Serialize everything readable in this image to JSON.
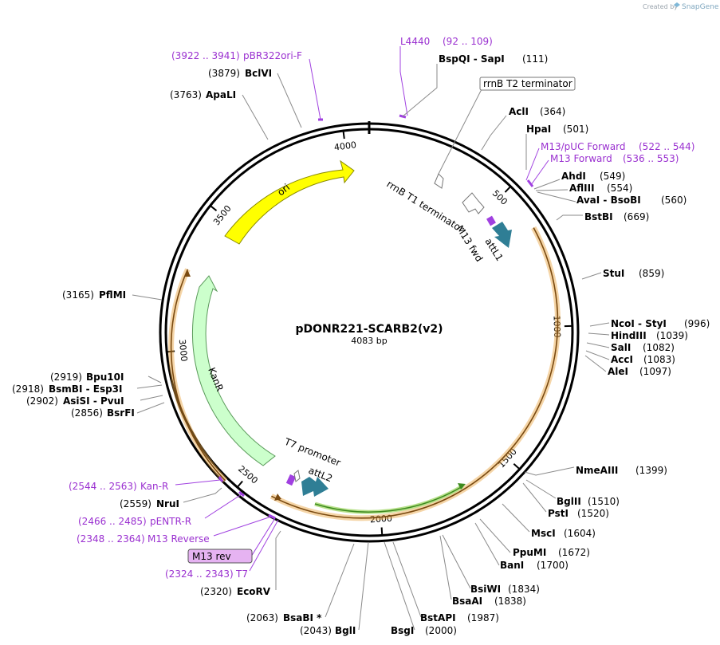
{
  "header": {
    "credit": "Created by",
    "brand": "SnapGene"
  },
  "plasmid": {
    "name": "pDONR221-SCARB2(v2)",
    "size_label": "4083 bp",
    "length": 4083
  },
  "ticks": [
    {
      "pos": 500,
      "label": "500"
    },
    {
      "pos": 1000,
      "label": "1000"
    },
    {
      "pos": 1500,
      "label": "1500"
    },
    {
      "pos": 2000,
      "label": "2000"
    },
    {
      "pos": 2500,
      "label": "2500"
    },
    {
      "pos": 3000,
      "label": "3000"
    },
    {
      "pos": 3500,
      "label": "3500"
    },
    {
      "pos": 4000,
      "label": "4000"
    }
  ],
  "sites": [
    {
      "name": "BspQI  - SapI",
      "pos": "(111)",
      "bp": 111
    },
    {
      "name": "AclI",
      "pos": "(364)",
      "bp": 364
    },
    {
      "name": "HpaI",
      "pos": "(501)",
      "bp": 501
    },
    {
      "name": "AhdI",
      "pos": "(549)",
      "bp": 549
    },
    {
      "name": "AflIII",
      "pos": "(554)",
      "bp": 554
    },
    {
      "name": "AvaI  - BsoBI",
      "pos": "(560)",
      "bp": 560
    },
    {
      "name": "BstBI",
      "pos": "(669)",
      "bp": 669
    },
    {
      "name": "StuI",
      "pos": "(859)",
      "bp": 859
    },
    {
      "name": "NcoI  - StyI",
      "pos": "(996)",
      "bp": 996
    },
    {
      "name": "HindIII",
      "pos": "(1039)",
      "bp": 1039
    },
    {
      "name": "SalI",
      "pos": "(1082)",
      "bp": 1082
    },
    {
      "name": "AccI",
      "pos": "(1083)",
      "bp": 1083
    },
    {
      "name": "AleI",
      "pos": "(1097)",
      "bp": 1097
    },
    {
      "name": "NmeAIII",
      "pos": "(1399)",
      "bp": 1399
    },
    {
      "name": "BglII",
      "pos": "(1510)",
      "bp": 1510
    },
    {
      "name": "PstI",
      "pos": "(1520)",
      "bp": 1520
    },
    {
      "name": "MscI",
      "pos": "(1604)",
      "bp": 1604
    },
    {
      "name": "PpuMI",
      "pos": "(1672)",
      "bp": 1672
    },
    {
      "name": "BanI",
      "pos": "(1700)",
      "bp": 1700
    },
    {
      "name": "BsiWI",
      "pos": "(1834)",
      "bp": 1834
    },
    {
      "name": "BsaAI",
      "pos": "(1838)",
      "bp": 1838
    },
    {
      "name": "BstAPI",
      "pos": "(1987)",
      "bp": 1987
    },
    {
      "name": "BsgI",
      "pos": "(2000)",
      "bp": 2000
    },
    {
      "name": "BglI",
      "pos": "(2043)",
      "bp": 2043
    },
    {
      "name": "BsaBI *",
      "pos": "(2063)",
      "bp": 2063
    },
    {
      "name": "EcoRV",
      "pos": "(2320)",
      "bp": 2320
    },
    {
      "name": "NruI",
      "pos": "(2559)",
      "bp": 2559
    },
    {
      "name": "BsrFI",
      "pos": "(2856)",
      "bp": 2856
    },
    {
      "name": "AsiSI  - PvuI",
      "pos": "(2902)",
      "bp": 2902
    },
    {
      "name": "BsmBI  - Esp3I",
      "pos": "(2918)",
      "bp": 2918
    },
    {
      "name": "Bpu10I",
      "pos": "(2919)",
      "bp": 2919
    },
    {
      "name": "PflMI",
      "pos": "(3165)",
      "bp": 3165
    },
    {
      "name": "ApaLI",
      "pos": "(3763)",
      "bp": 3763
    },
    {
      "name": "BclVI",
      "pos": "(3879)",
      "bp": 3879
    }
  ],
  "primers": [
    {
      "name": "L4440",
      "range": "(92 .. 109)",
      "bp": 100
    },
    {
      "name": "M13/pUC Forward",
      "range": "(522 .. 544)",
      "bp": 533
    },
    {
      "name": "M13 Forward",
      "range": "(536 .. 553)",
      "bp": 545
    },
    {
      "name": "Kan-R",
      "range": "(2544 .. 2563)",
      "bp": 2553
    },
    {
      "name": "pENTR-R",
      "range": "(2466 .. 2485)",
      "bp": 2475
    },
    {
      "name": "M13 Reverse",
      "range": "(2348 .. 2364)",
      "bp": 2356
    },
    {
      "name": "T7",
      "range": "(2324 .. 2343)",
      "bp": 2333
    },
    {
      "name": "pBR322ori-F",
      "range": "(3922 .. 3941)",
      "bp": 3931
    }
  ],
  "features": {
    "rrnB_T2": "rrnB T2 terminator",
    "rrnB_T1": "rrnB T1 terminator",
    "M13_fwd": "M13 fwd",
    "attL1": "attL1",
    "ori": "ori",
    "KanR": "KanR",
    "T7_promoter": "T7 promoter",
    "attL2": "attL2",
    "M13_rev": "M13 rev"
  },
  "colors": {
    "ori": "#ffff00",
    "KanR": "#ccffcc",
    "attL": "#2f7e95",
    "orf": "#e9a23b",
    "cds_green": "#4a9a2a",
    "primer": "#9a30d0"
  }
}
